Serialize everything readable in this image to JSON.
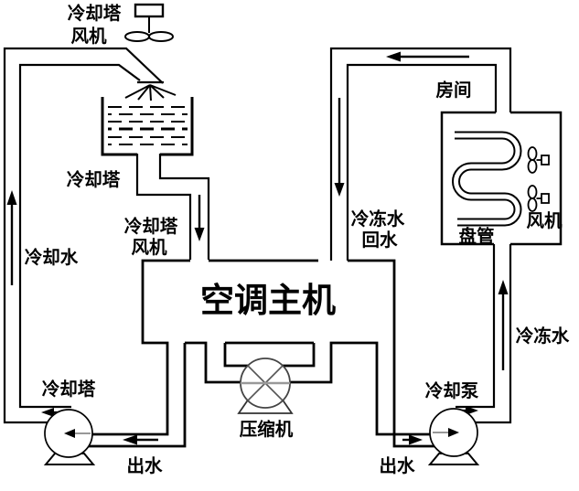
{
  "diagram": {
    "background": "#ffffff",
    "line_color": "#000000",
    "gray_accent": "#888888",
    "labels": {
      "top_fan": {
        "line1": "冷却塔",
        "line2": "风机"
      },
      "room": "房间",
      "tower": "冷却塔",
      "mid_fan": {
        "line1": "冷却塔",
        "line2": "风机"
      },
      "cooling_water": "冷却水",
      "chilled_return": {
        "line1": "冷冻水",
        "line2": "回水"
      },
      "coil_fan": "风机",
      "coil": "盘管",
      "main_unit": "空调主机",
      "compressor": "压缩机",
      "left_pump": "冷却塔",
      "right_pump": "冷却泵",
      "chilled_water": "冷冻水",
      "outlet_left": "出水",
      "outlet_right": "出水"
    }
  }
}
